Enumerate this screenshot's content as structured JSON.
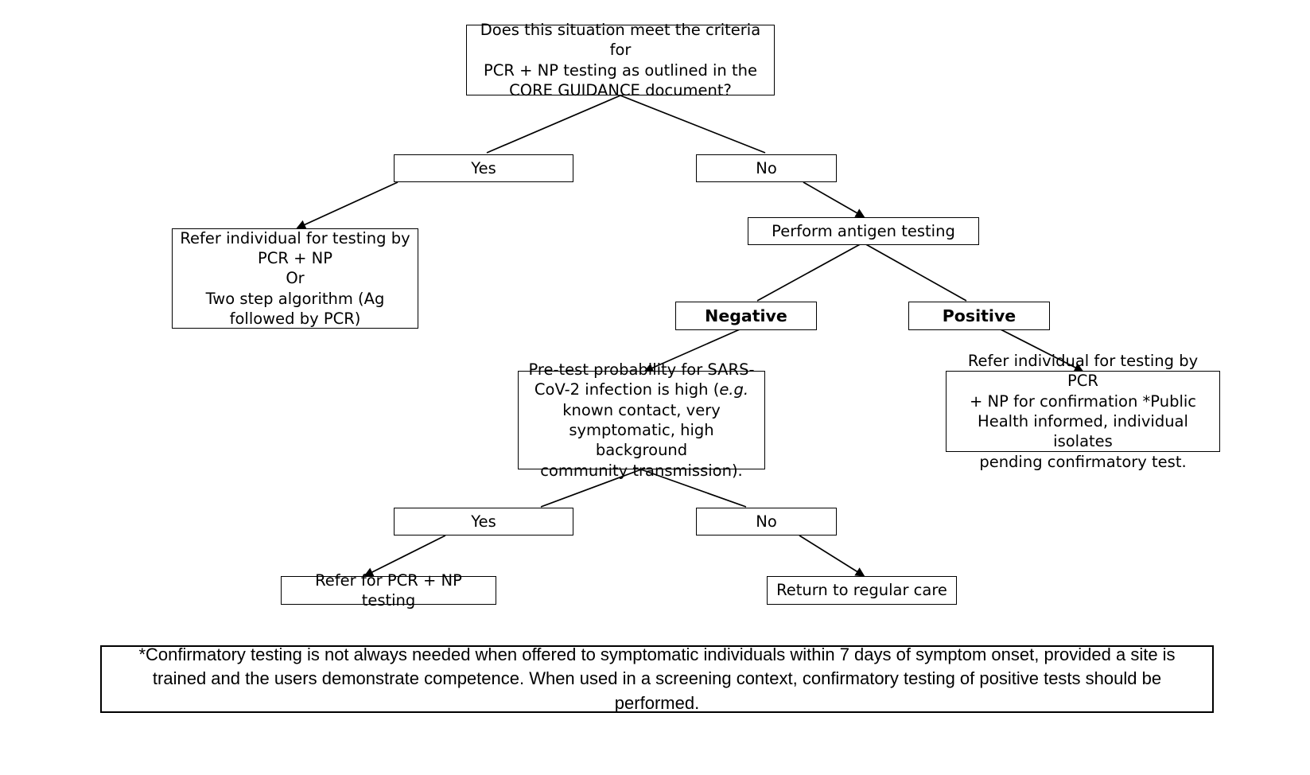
{
  "diagram": {
    "title": "SARS-CoV-2 antigen testing decision flowchart",
    "line_color": "#000000",
    "box_border_color": "#000000",
    "background_color": "#ffffff"
  },
  "nodes": {
    "root_question": "Does this situation meet the criteria for\nPCR + NP testing as outlined in the\nCORE GUIDANCE document?",
    "root_yes": "Yes",
    "root_no": "No",
    "refer_pcr_np": "Refer individual  for testing by\nPCR + NP\nOr\nTwo step algorithm  (Ag\nfollowed by PCR)",
    "perform_antigen": "Perform antigen  testing",
    "antigen_negative": "Negative",
    "antigen_positive": "Positive",
    "pretest_probability_pre": "Pre-test probability  for SARS-\nCoV-2 infection is high  (",
    "pretest_probability_italic": "e.g.",
    "pretest_probability_post": "\nknown contact, very\nsymptomatic, high  background\ncommunity transmission).",
    "positive_outcome": "Refer individual  for testing by PCR\n+ NP for confirmation *Public\nHealth informed, individual  isolates\npending confirmatory test.",
    "pretest_yes": "Yes",
    "pretest_no": "No",
    "refer_for_pcr_np_testing": "Refer for PCR + NP testing",
    "return_regular_care": "Return  to regular care"
  },
  "footnote": {
    "text": "*Confirmatory testing is not always needed when offered to symptomatic individuals within 7 days of symptom onset, provided a site is trained and the users demonstrate competence. When used in a screening context, confirmatory testing of positive tests should be performed."
  }
}
